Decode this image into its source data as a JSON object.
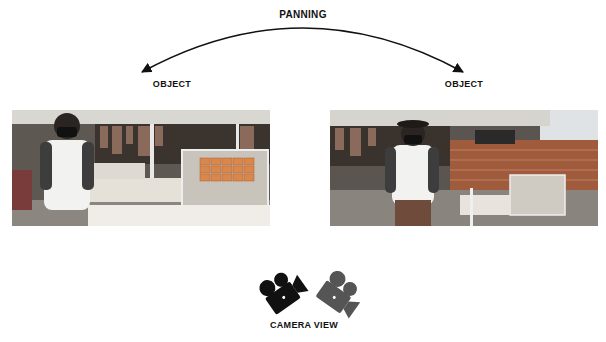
{
  "diagram": {
    "labels": [
      "PANNING",
      "OBJECT",
      "OBJECT",
      "CAMERA VIEW"
    ]
  }
}
